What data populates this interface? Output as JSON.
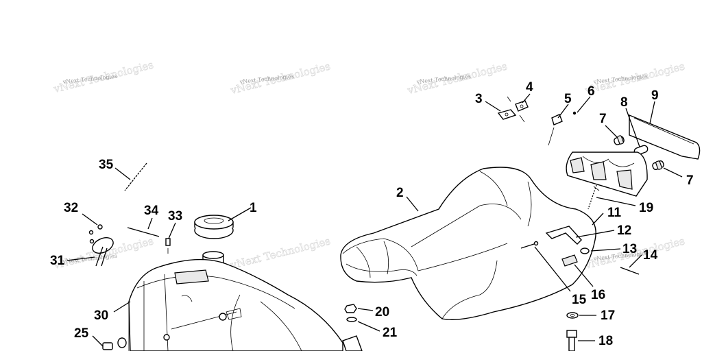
{
  "watermark": {
    "text": "vNext Technologies"
  },
  "callouts": {
    "c1": "1",
    "c2": "2",
    "c3": "3",
    "c4": "4",
    "c5": "5",
    "c6": "6",
    "c7a": "7",
    "c7b": "7",
    "c8": "8",
    "c9": "9",
    "c11": "11",
    "c12": "12",
    "c13": "13",
    "c14": "14",
    "c15": "15",
    "c16": "16",
    "c17": "17",
    "c18": "18",
    "c19": "19",
    "c20": "20",
    "c21": "21",
    "c25": "25",
    "c30": "30",
    "c31": "31",
    "c32": "32",
    "c33": "33",
    "c34": "34",
    "c35": "35"
  }
}
